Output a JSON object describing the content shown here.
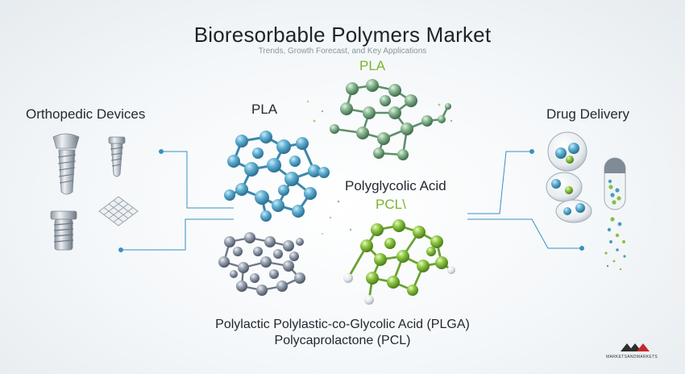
{
  "header": {
    "title": "Bioresorbable Polymers Market",
    "subtitle": "Trends, Growth Forecast, and Key Applications"
  },
  "left_panel": {
    "label": "Orthopedic Devices"
  },
  "right_panel": {
    "label": "Drug Delivery"
  },
  "center": {
    "label_pla_top": "PLA",
    "label_pla_left": "PLA",
    "label_pga": "Polyglycolic Acid",
    "label_pcl": "PCL\\",
    "caption_line1": "Polylactic Polylastic-co-Glycolic Acid (PLGA)",
    "caption_line2": "Polycaprolactone (PCL)"
  },
  "brand": {
    "logo_text": "MARKETSANDMARKETS"
  },
  "colors": {
    "blue_molecule": "#4a9cc0",
    "green_molecule": "#86c13e",
    "sage_molecule": "#7fae88",
    "grey_molecule": "#8b96a6",
    "connector": "#3a90c0"
  }
}
